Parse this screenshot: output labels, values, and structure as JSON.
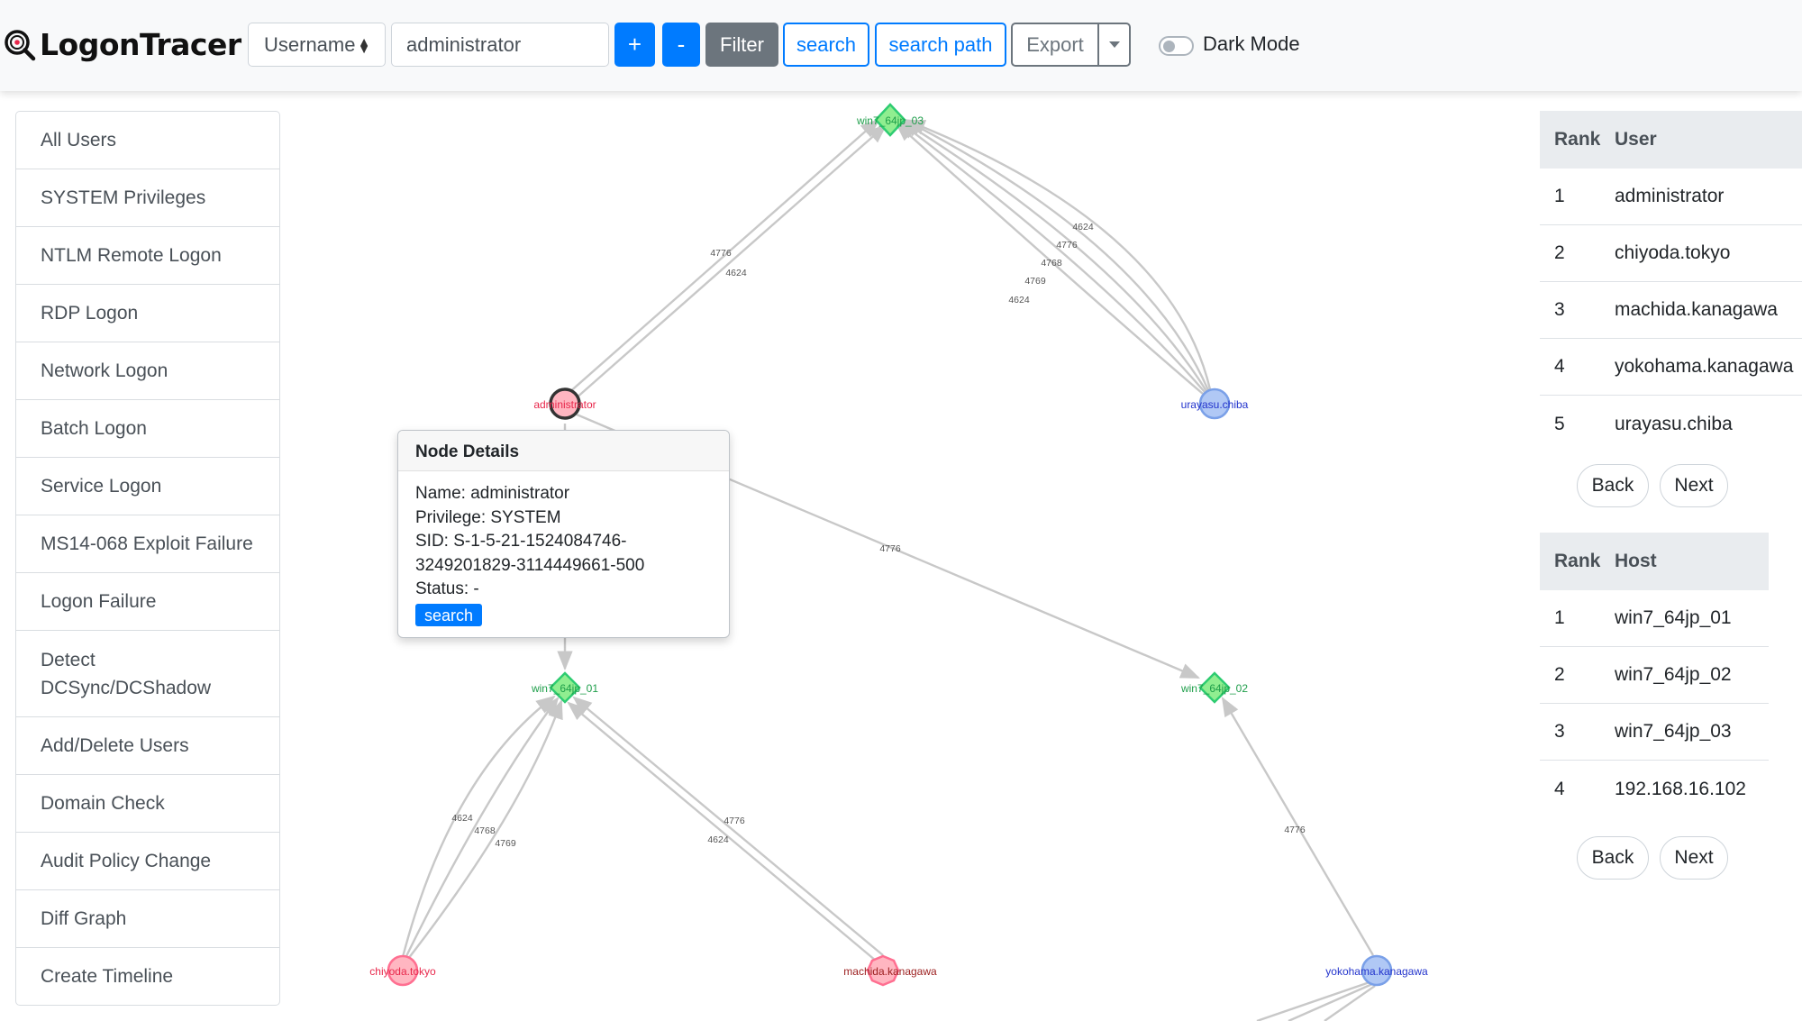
{
  "brand": {
    "name": "LogonTracer"
  },
  "toolbar": {
    "search_type": "Username",
    "search_value": "administrator",
    "plus_label": "+",
    "minus_label": "-",
    "filter_label": "Filter",
    "search_label": "search",
    "search_path_label": "search path",
    "export_label": "Export",
    "dark_mode_label": "Dark Mode",
    "dark_mode_on": false
  },
  "sidebar": {
    "items": [
      {
        "label": "All Users"
      },
      {
        "label": "SYSTEM Privileges"
      },
      {
        "label": "NTLM Remote Logon"
      },
      {
        "label": "RDP Logon"
      },
      {
        "label": "Network Logon"
      },
      {
        "label": "Batch Logon"
      },
      {
        "label": "Service Logon"
      },
      {
        "label": "MS14-068 Exploit Failure"
      },
      {
        "label": "Logon Failure"
      },
      {
        "label": "Detect DCSync/DCShadow"
      },
      {
        "label": "Add/Delete Users"
      },
      {
        "label": "Domain Check"
      },
      {
        "label": "Audit Policy Change"
      },
      {
        "label": "Diff Graph"
      },
      {
        "label": "Create Timeline"
      }
    ]
  },
  "graph": {
    "colors": {
      "edge": "#c8c8c8",
      "user_fill": "#ffb6c1",
      "user_stroke": "#ff6f91",
      "host_fill": "#90ee90",
      "host_stroke": "#2ecc71",
      "blue_fill": "#b0c8f5",
      "blue_stroke": "#7aa0e8"
    },
    "nodes": [
      {
        "id": "win7_64jp_03",
        "label": "win7_64jp_03",
        "kind": "host"
      },
      {
        "id": "administrator",
        "label": "administrator",
        "kind": "user-system"
      },
      {
        "id": "urayasu.chiba",
        "label": "urayasu.chiba",
        "kind": "user-blue"
      },
      {
        "id": "win7_64jp_01",
        "label": "win7_64jp_01",
        "kind": "host"
      },
      {
        "id": "win7_64jp_02",
        "label": "win7_64jp_02",
        "kind": "host"
      },
      {
        "id": "chiyoda.tokyo",
        "label": "chiyoda.tokyo",
        "kind": "user-pink"
      },
      {
        "id": "machida.kanagawa",
        "label": "machida.kanagawa",
        "kind": "user-pink-oct"
      },
      {
        "id": "yokohama.kanagawa",
        "label": "yokohama.kanagawa",
        "kind": "user-blue"
      }
    ],
    "edge_labels": [
      "4776",
      "4624",
      "4624",
      "4776",
      "4768",
      "4769",
      "4624",
      "4776",
      "4624",
      "4768",
      "4769",
      "4776",
      "4624",
      "4776"
    ]
  },
  "popup": {
    "title": "Node Details",
    "name_line": "Name: administrator",
    "privilege_line": "Privilege: SYSTEM",
    "sid_line1": "SID: S-1-5-21-1524084746-",
    "sid_line2": "3249201829-3114449661-500",
    "status_line": "Status: -",
    "search_label": "search"
  },
  "user_rank": {
    "col_rank": "Rank",
    "col_name": "User",
    "rows": [
      {
        "rank": "1",
        "name": "administrator"
      },
      {
        "rank": "2",
        "name": "chiyoda.tokyo"
      },
      {
        "rank": "3",
        "name": "machida.kanagawa"
      },
      {
        "rank": "4",
        "name": "yokohama.kanagawa"
      },
      {
        "rank": "5",
        "name": "urayasu.chiba"
      }
    ],
    "back_label": "Back",
    "next_label": "Next"
  },
  "host_rank": {
    "col_rank": "Rank",
    "col_name": "Host",
    "rows": [
      {
        "rank": "1",
        "name": "win7_64jp_01"
      },
      {
        "rank": "2",
        "name": "win7_64jp_02"
      },
      {
        "rank": "3",
        "name": "win7_64jp_03"
      },
      {
        "rank": "4",
        "name": "192.168.16.102"
      }
    ],
    "back_label": "Back",
    "next_label": "Next"
  }
}
